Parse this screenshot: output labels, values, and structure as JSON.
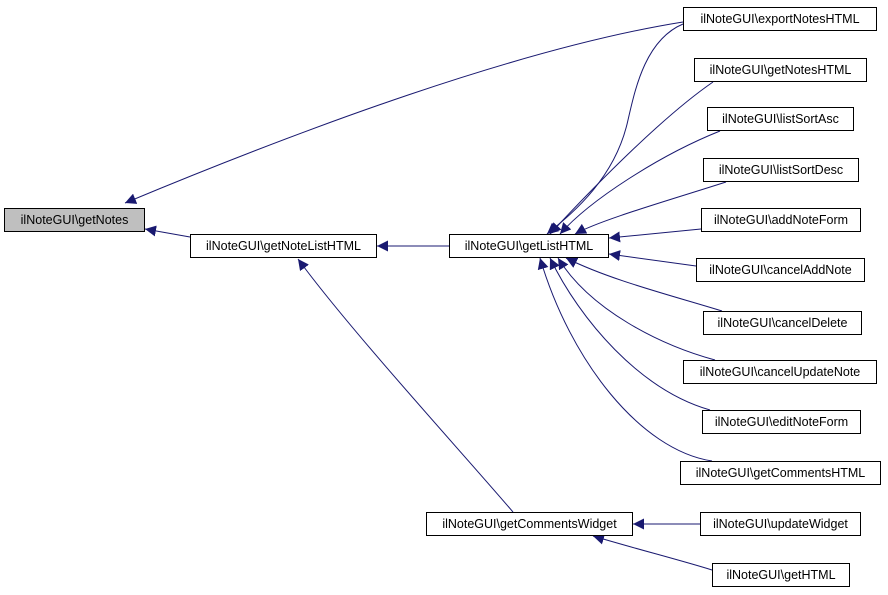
{
  "diagram": {
    "colors": {
      "edge": "#191970",
      "root_fill": "#bfbfbf",
      "node_fill": "#ffffff",
      "border": "#000000"
    },
    "nodes": {
      "get_notes": "ilNoteGUI\\getNotes",
      "get_note_list_html": "ilNoteGUI\\getNoteListHTML",
      "get_list_html": "ilNoteGUI\\getListHTML",
      "get_comments_widget": "ilNoteGUI\\getCommentsWidget",
      "export_notes_html": "ilNoteGUI\\exportNotesHTML",
      "get_notes_html": "ilNoteGUI\\getNotesHTML",
      "list_sort_asc": "ilNoteGUI\\listSortAsc",
      "list_sort_desc": "ilNoteGUI\\listSortDesc",
      "add_note_form": "ilNoteGUI\\addNoteForm",
      "cancel_add_note": "ilNoteGUI\\cancelAddNote",
      "cancel_delete": "ilNoteGUI\\cancelDelete",
      "cancel_update_note": "ilNoteGUI\\cancelUpdateNote",
      "edit_note_form": "ilNoteGUI\\editNoteForm",
      "get_comments_html": "ilNoteGUI\\getCommentsHTML",
      "update_widget": "ilNoteGUI\\updateWidget",
      "get_html": "ilNoteGUI\\getHTML"
    },
    "edges": [
      {
        "from": "export_notes_html",
        "to": "get_notes"
      },
      {
        "from": "get_note_list_html",
        "to": "get_notes"
      },
      {
        "from": "get_list_html",
        "to": "get_note_list_html"
      },
      {
        "from": "get_comments_widget",
        "to": "get_note_list_html"
      },
      {
        "from": "export_notes_html",
        "to": "get_list_html"
      },
      {
        "from": "get_notes_html",
        "to": "get_list_html"
      },
      {
        "from": "list_sort_asc",
        "to": "get_list_html"
      },
      {
        "from": "list_sort_desc",
        "to": "get_list_html"
      },
      {
        "from": "add_note_form",
        "to": "get_list_html"
      },
      {
        "from": "cancel_add_note",
        "to": "get_list_html"
      },
      {
        "from": "cancel_delete",
        "to": "get_list_html"
      },
      {
        "from": "cancel_update_note",
        "to": "get_list_html"
      },
      {
        "from": "edit_note_form",
        "to": "get_list_html"
      },
      {
        "from": "get_comments_html",
        "to": "get_list_html"
      },
      {
        "from": "update_widget",
        "to": "get_comments_widget"
      },
      {
        "from": "get_html",
        "to": "get_comments_widget"
      }
    ]
  }
}
